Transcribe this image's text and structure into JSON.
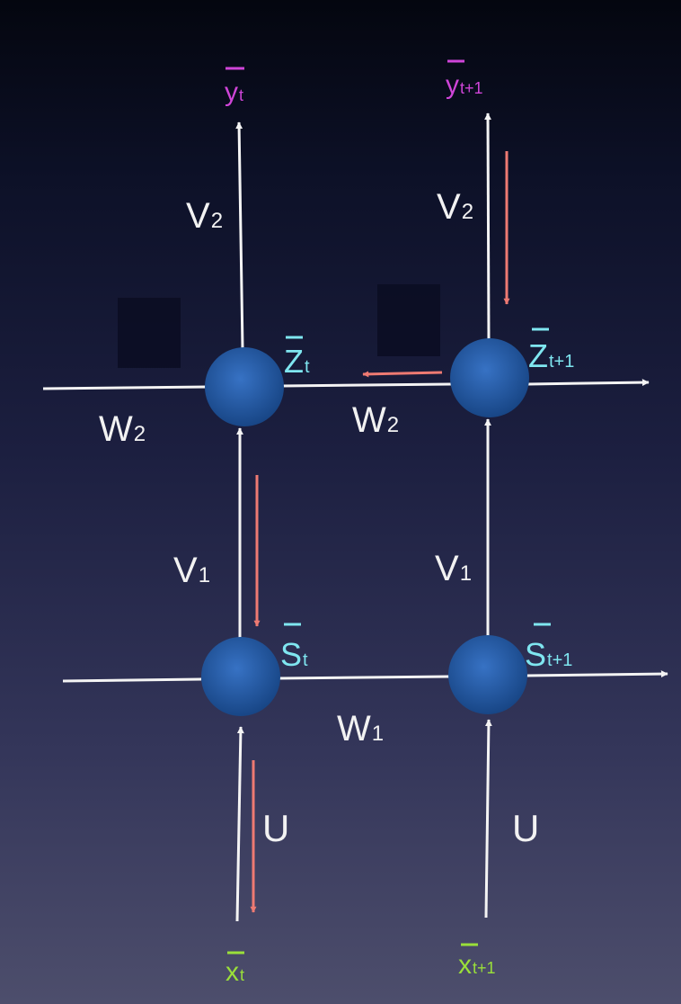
{
  "colors": {
    "node": "#2a5fae",
    "node_dark": "#16407f",
    "arrow_forward": "#f4f4f4",
    "arrow_backprop": "#ee7a72",
    "state_label": "#7fe6f0",
    "output_label": "#cf45d8",
    "input_label": "#9adf3a"
  },
  "diagram": {
    "outputs": {
      "t": {
        "base": "y",
        "sub": "t"
      },
      "t1": {
        "base": "y",
        "sub": "t+1"
      }
    },
    "inputs": {
      "t": {
        "base": "x",
        "sub": "t"
      },
      "t1": {
        "base": "x",
        "sub": "t+1"
      }
    },
    "states": {
      "s_t": {
        "base": "S",
        "sub": "t"
      },
      "s_t1": {
        "base": "S",
        "sub": "t+1"
      },
      "z_t": {
        "base": "Z",
        "sub": "t"
      },
      "z_t1": {
        "base": "Z",
        "sub": "t+1"
      }
    },
    "weights": {
      "v2": {
        "base": "V",
        "sub": "2"
      },
      "v1": {
        "base": "V",
        "sub": "1"
      },
      "w2": {
        "base": "W",
        "sub": "2"
      },
      "w1": {
        "base": "W",
        "sub": "1"
      },
      "u": "U"
    }
  }
}
